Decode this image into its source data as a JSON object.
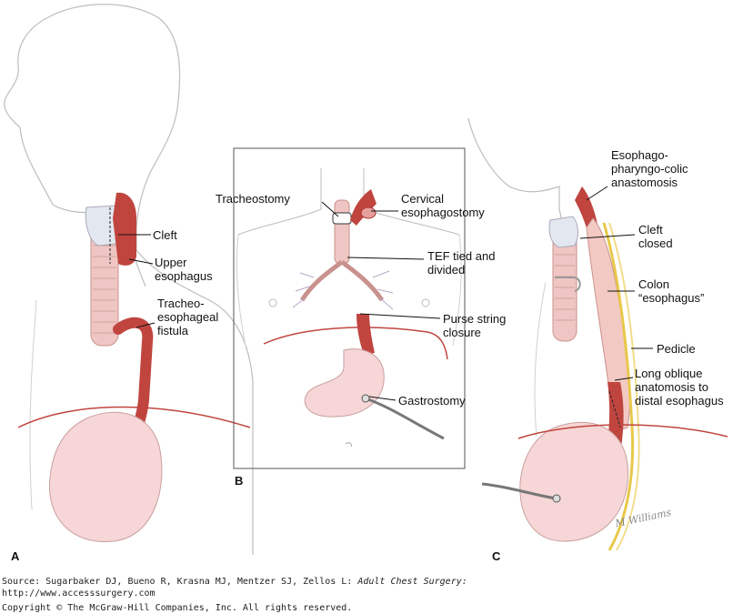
{
  "panels": {
    "a": {
      "letter": "A",
      "labels": {
        "cleft": "Cleft",
        "upper_esophagus_1": "Upper",
        "upper_esophagus_2": "esophagus",
        "tef_1": "Tracheo-",
        "tef_2": "esophageal",
        "tef_3": "fistula"
      }
    },
    "b": {
      "letter": "B",
      "labels": {
        "tracheostomy": "Tracheostomy",
        "cervical_1": "Cervical",
        "cervical_2": "esophagostomy",
        "tef_tied_1": "TEF tied and",
        "tef_tied_2": "divided",
        "purse_1": "Purse string",
        "purse_2": "closure",
        "gastrostomy": "Gastrostomy"
      }
    },
    "c": {
      "letter": "C",
      "labels": {
        "epc_1": "Esophago-",
        "epc_2": "pharyngo-colic",
        "epc_3": "anastomosis",
        "cleft_closed_1": "Cleft",
        "cleft_closed_2": "closed",
        "colon_1": "Colon",
        "colon_2": "“esophagus”",
        "pedicle": "Pedicle",
        "oblique_1": "Long oblique",
        "oblique_2": "anatomosis to",
        "oblique_3": "distal esophagus"
      },
      "signature": "M Williams"
    }
  },
  "footer": {
    "source_prefix": "Source: Sugarbaker DJ, Bueno R, Krasna MJ, Mentzer SJ, Zellos L: ",
    "source_title": "Adult Chest Surgery:",
    "url": "http://www.accesssurgery.com",
    "copyright": "Copyright © The McGraw-Hill Companies, Inc. All rights reserved."
  },
  "colors": {
    "outline": "#bdbdbd",
    "esophagus": "#c0453f",
    "trachea": "#e9b9b6",
    "stomach": "#f6d6d6",
    "colon": "#f3c9c4",
    "pedicle": "#e8c84a"
  }
}
